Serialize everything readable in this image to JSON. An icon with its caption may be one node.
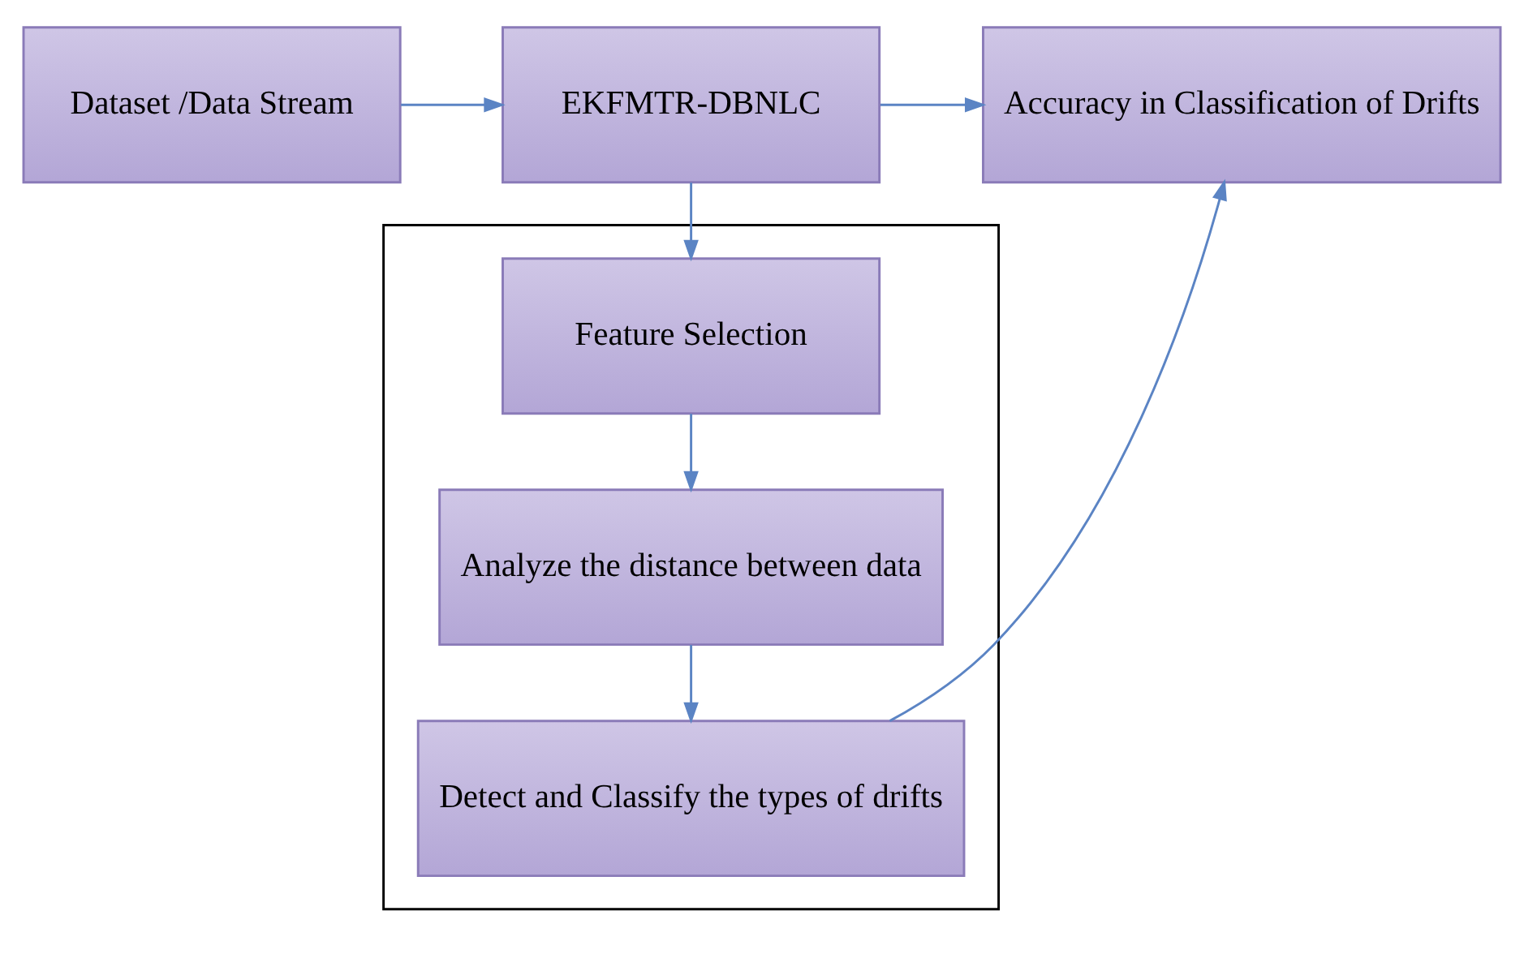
{
  "diagram": {
    "nodes": [
      {
        "text": [
          "Dataset /Data Stream"
        ]
      },
      {
        "text": [
          "EKFMTR-DBNLC"
        ]
      },
      {
        "text": [
          "Accuracy in Classification of Drifts"
        ]
      },
      {
        "text": [],
        "shape": "box"
      },
      {
        "text": [
          "Feature Selection"
        ],
        "in": 3
      },
      {
        "text": [
          "Analyze the distance between data"
        ],
        "in": 3
      },
      {
        "text": [
          "Detect and Classify the types of drifts"
        ],
        "in": 3
      }
    ],
    "edges": [
      {
        "from": 0,
        "to": 1,
        "arrow": "to"
      },
      {
        "from": 1,
        "to": 4,
        "arrow": "to"
      },
      {
        "from": 4,
        "to": 5,
        "arrow": "to"
      },
      {
        "from": 5,
        "to": 6,
        "arrow": "to"
      },
      {
        "from": 1,
        "to": 2,
        "arrow": "to"
      },
      {
        "from": 6,
        "to": 2,
        "arrow": "to"
      }
    ]
  }
}
